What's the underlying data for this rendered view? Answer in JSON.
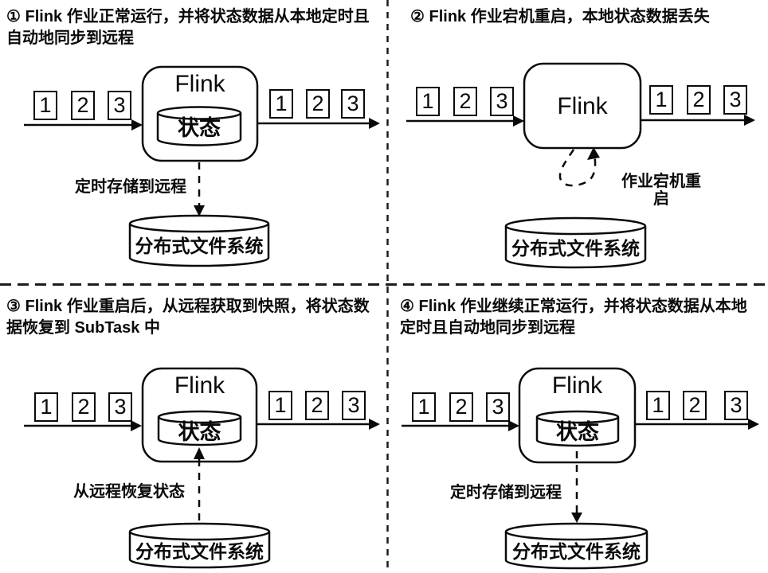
{
  "colors": {
    "ink": "#0a0a0a",
    "background": "#ffffff"
  },
  "quadrants": [
    {
      "title": "① Flink 作业正常运行，并将状态数据从本地定时且自动地同步到远程",
      "engine_label": "Flink",
      "state_label": "状态",
      "storage_label": "分布式文件系统",
      "connector_label": "定时存储到远程",
      "input_events": [
        "1",
        "2",
        "3"
      ],
      "output_events": [
        "1",
        "2",
        "3"
      ]
    },
    {
      "title": "② Flink 作业宕机重启，本地状态数据丢失",
      "engine_label": "Flink",
      "storage_label": "分布式文件系统",
      "connector_label": "作业宕机重启",
      "input_events": [
        "1",
        "2",
        "3"
      ],
      "output_events": [
        "1",
        "2",
        "3"
      ]
    },
    {
      "title": "③ Flink 作业重启后，从远程获取到快照，将状态数据恢复到 SubTask 中",
      "engine_label": "Flink",
      "state_label": "状态",
      "storage_label": "分布式文件系统",
      "connector_label": "从远程恢复状态",
      "input_events": [
        "1",
        "2",
        "3"
      ],
      "output_events": [
        "1",
        "2",
        "3"
      ]
    },
    {
      "title": "④ Flink 作业继续正常运行，并将状态数据从本地定时且自动地同步到远程",
      "engine_label": "Flink",
      "state_label": "状态",
      "storage_label": "分布式文件系统",
      "connector_label": "定时存储到远程",
      "input_events": [
        "1",
        "2",
        "3"
      ],
      "output_events": [
        "1",
        "2",
        "3"
      ]
    }
  ]
}
